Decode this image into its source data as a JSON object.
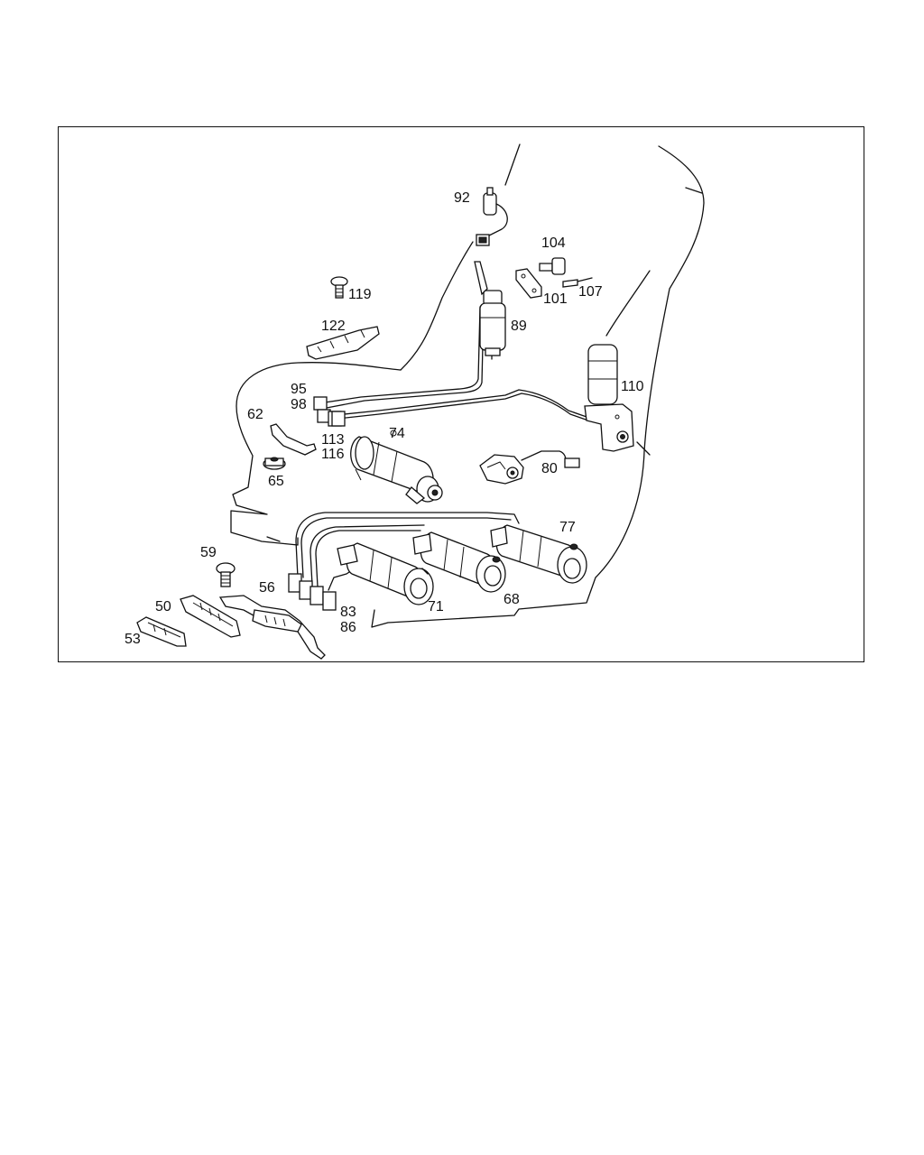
{
  "diagram": {
    "callouts": [
      {
        "id": "92",
        "text": "92"
      },
      {
        "id": "104",
        "text": "104"
      },
      {
        "id": "107",
        "text": "107"
      },
      {
        "id": "101",
        "text": "101"
      },
      {
        "id": "119",
        "text": "119"
      },
      {
        "id": "122",
        "text": "122"
      },
      {
        "id": "89",
        "text": "89"
      },
      {
        "id": "110",
        "text": "110"
      },
      {
        "id": "95",
        "text": "95"
      },
      {
        "id": "98",
        "text": "98"
      },
      {
        "id": "62",
        "text": "62"
      },
      {
        "id": "113",
        "text": "113"
      },
      {
        "id": "116",
        "text": "116"
      },
      {
        "id": "74",
        "text": "74"
      },
      {
        "id": "80",
        "text": "80"
      },
      {
        "id": "65",
        "text": "65"
      },
      {
        "id": "77",
        "text": "77"
      },
      {
        "id": "59",
        "text": "59"
      },
      {
        "id": "56",
        "text": "56"
      },
      {
        "id": "50",
        "text": "50"
      },
      {
        "id": "71",
        "text": "71"
      },
      {
        "id": "68",
        "text": "68"
      },
      {
        "id": "83",
        "text": "83"
      },
      {
        "id": "86",
        "text": "86"
      },
      {
        "id": "53",
        "text": "53"
      }
    ]
  }
}
